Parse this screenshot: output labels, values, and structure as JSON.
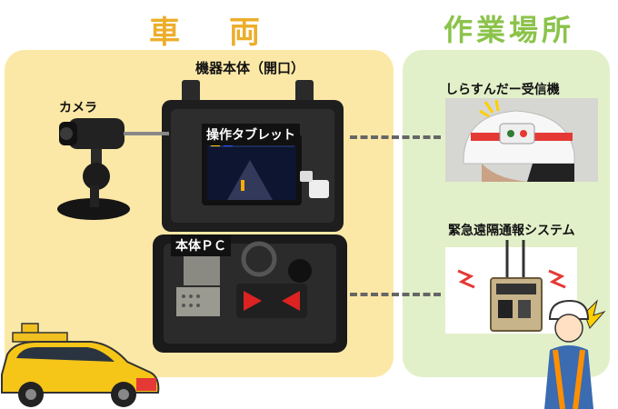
{
  "vehicle_title": "車　両",
  "worksite_title": "作業場所",
  "case_label": "機器本体（開口）",
  "camera_label": "カメラ",
  "tablet_label": "操作タブレット",
  "pc_label": "本体ＰＣ",
  "receiver_label": "しらすんだー受信機",
  "alert_label": "緊急遠隔通報システム",
  "colors": {
    "vehicle_title": "#ecae2b",
    "worksite_title": "#8bc34a",
    "vehicle_panel": "#fce8a6",
    "worksite_panel": "#e2f0c9"
  }
}
